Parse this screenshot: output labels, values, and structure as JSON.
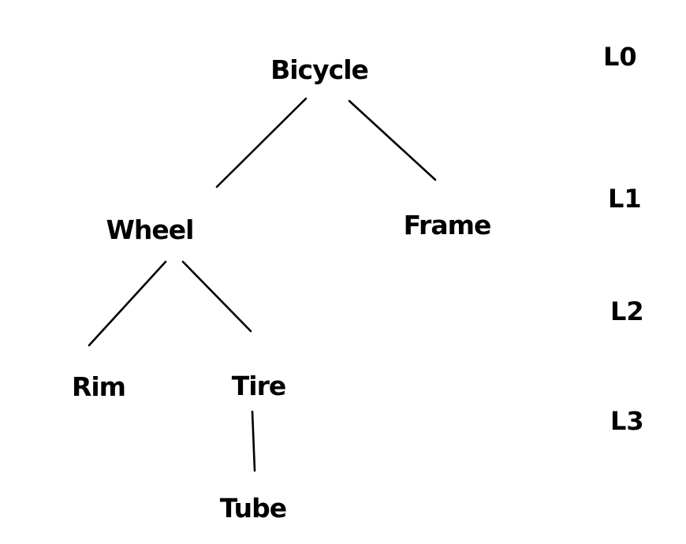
{
  "page": {
    "background_color": "#ffffff",
    "ink_color": "#000000"
  },
  "diagram": {
    "type": "tree",
    "style": "hand-drawn",
    "nodes": {
      "bicycle": {
        "label": "Bicycle",
        "level": "L0"
      },
      "wheel": {
        "label": "Wheel",
        "level": "L1",
        "parent": "Bicycle"
      },
      "frame": {
        "label": "Frame",
        "level": "L1",
        "parent": "Bicycle"
      },
      "rim": {
        "label": "Rim",
        "level": "L2",
        "parent": "Wheel"
      },
      "tire": {
        "label": "Tire",
        "level": "L2",
        "parent": "Wheel"
      },
      "tube": {
        "label": "Tube",
        "level": "L3",
        "parent": "Tire"
      }
    },
    "edges": [
      {
        "from": "Bicycle",
        "to": "Wheel"
      },
      {
        "from": "Bicycle",
        "to": "Frame"
      },
      {
        "from": "Wheel",
        "to": "Rim"
      },
      {
        "from": "Wheel",
        "to": "Tire"
      },
      {
        "from": "Tire",
        "to": "Tube"
      }
    ],
    "level_labels": {
      "l0": "L0",
      "l1": "L1",
      "l2": "L2",
      "l3": "L3"
    }
  }
}
